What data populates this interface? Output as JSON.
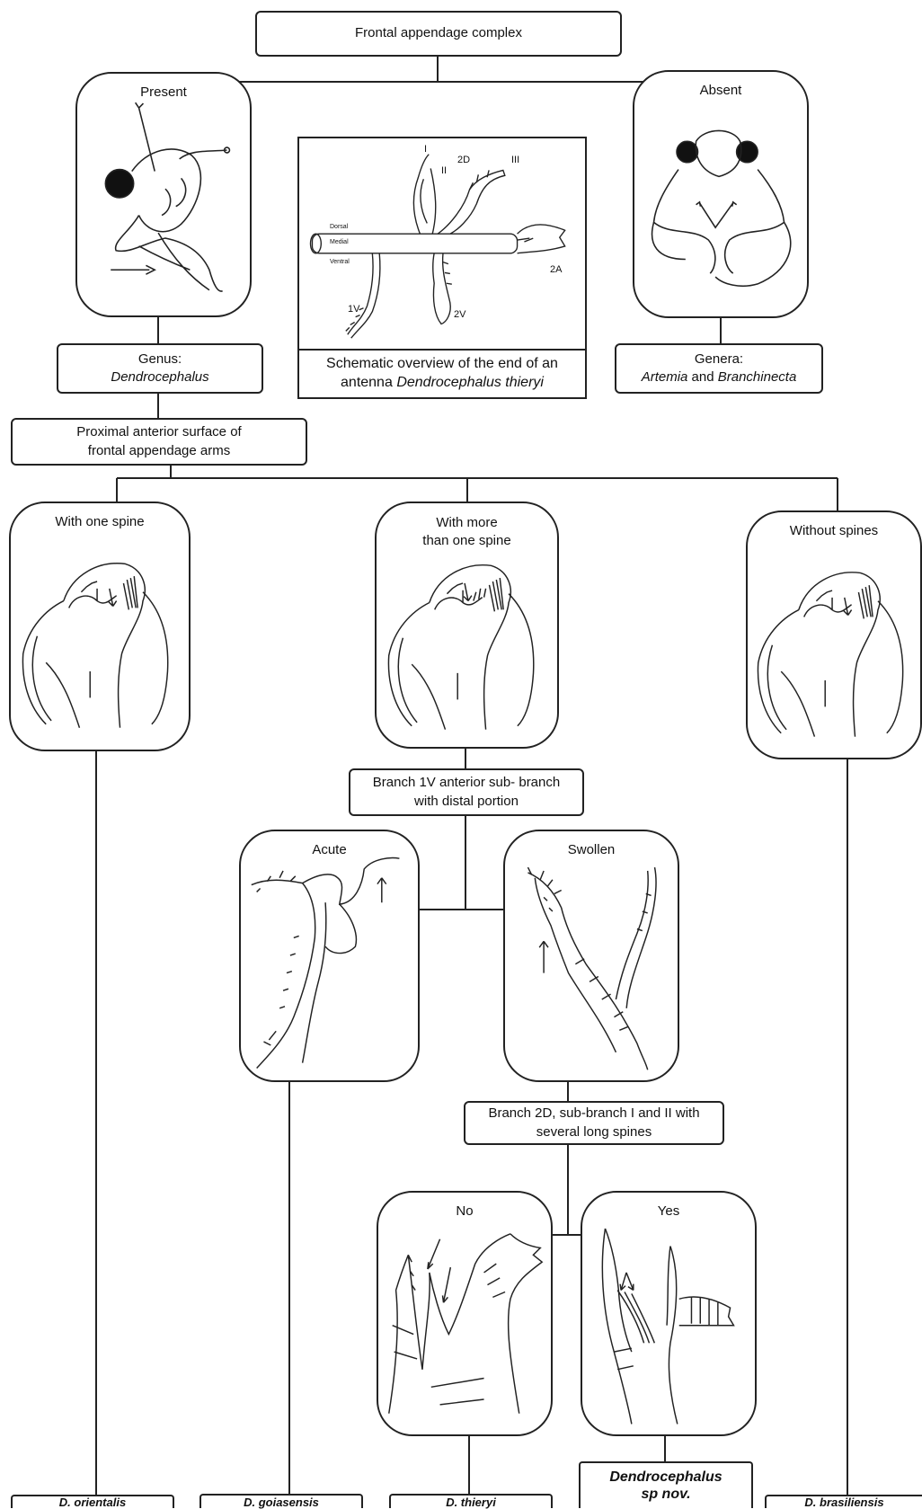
{
  "root": {
    "label": "Frontal appendage complex"
  },
  "level1": {
    "present": {
      "label": "Present"
    },
    "absent": {
      "label": "Absent"
    }
  },
  "genus": {
    "line1": "Genus:",
    "name": "Dendrocephalus"
  },
  "genera": {
    "line1": "Genera:",
    "name1": "Artemia",
    "and": "and",
    "name2": "Branchinecta"
  },
  "schematic": {
    "caption_line1": "Schematic overview of the end of an",
    "caption_prefix": "antenna",
    "caption_species": "Dendrocephalus thieryi",
    "labels": {
      "I": "I",
      "II": "II",
      "III": "III",
      "2D": "2D",
      "2A": "2A",
      "1V": "1V",
      "2V": "2V",
      "dorsal": "Dorsal",
      "medial": "Medial",
      "ventral": "Ventral"
    }
  },
  "proximal": {
    "line1": "Proximal anterior surface of",
    "line2": "frontal appendage arms"
  },
  "spines": {
    "one": {
      "label": "With one spine"
    },
    "more_line1": "With more",
    "more_line2": "than one spine",
    "none": {
      "label": "Without spines"
    }
  },
  "branch1v": {
    "line1": "Branch 1V anterior sub- branch",
    "line2": "with distal portion"
  },
  "distal": {
    "acute": {
      "label": "Acute"
    },
    "swollen": {
      "label": "Swollen"
    }
  },
  "branch2d": {
    "line1": "Branch 2D, sub-branch I and II with",
    "line2": "several long  spines"
  },
  "answers": {
    "no": {
      "label": "No"
    },
    "yes": {
      "label": "Yes"
    }
  },
  "species": {
    "orientalis": "D. orientalis",
    "goiasensis": "D. goiasensis",
    "thieryi": "D. thieryi",
    "spnov_line1": "Dendrocephalus",
    "spnov_line2": "sp nov.",
    "brasiliensis": "D. brasiliensis"
  },
  "colors": {
    "line": "#222222",
    "box_fill": "#ffffff",
    "text": "#111111"
  }
}
